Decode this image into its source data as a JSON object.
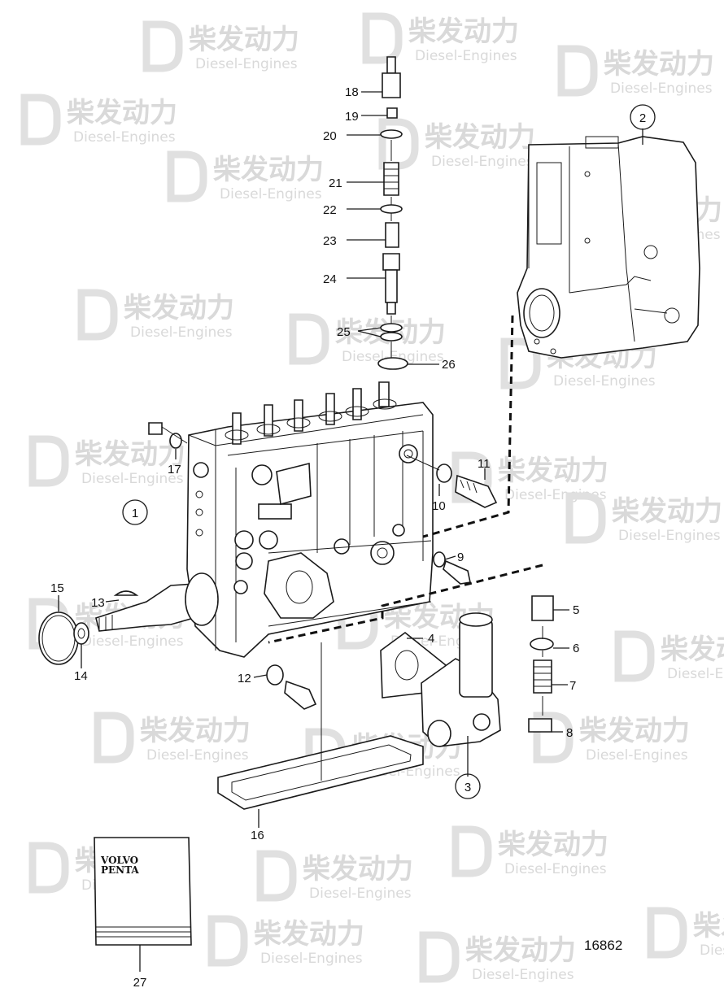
{
  "drawing_number": "16862",
  "manual_brand_lines": [
    "VOLVO",
    "PENTA"
  ],
  "watermark": {
    "chinese": "柴发动力",
    "english": "Diesel-Engines"
  },
  "callouts": [
    {
      "id": "1",
      "circled": true
    },
    {
      "id": "2",
      "circled": true
    },
    {
      "id": "3",
      "circled": true
    },
    {
      "id": "4"
    },
    {
      "id": "5"
    },
    {
      "id": "6"
    },
    {
      "id": "7"
    },
    {
      "id": "8"
    },
    {
      "id": "9"
    },
    {
      "id": "10"
    },
    {
      "id": "11"
    },
    {
      "id": "12"
    },
    {
      "id": "13"
    },
    {
      "id": "14"
    },
    {
      "id": "15"
    },
    {
      "id": "16"
    },
    {
      "id": "17"
    },
    {
      "id": "18"
    },
    {
      "id": "19"
    },
    {
      "id": "20"
    },
    {
      "id": "21"
    },
    {
      "id": "22"
    },
    {
      "id": "23"
    },
    {
      "id": "24"
    },
    {
      "id": "25"
    },
    {
      "id": "26"
    },
    {
      "id": "27"
    }
  ]
}
